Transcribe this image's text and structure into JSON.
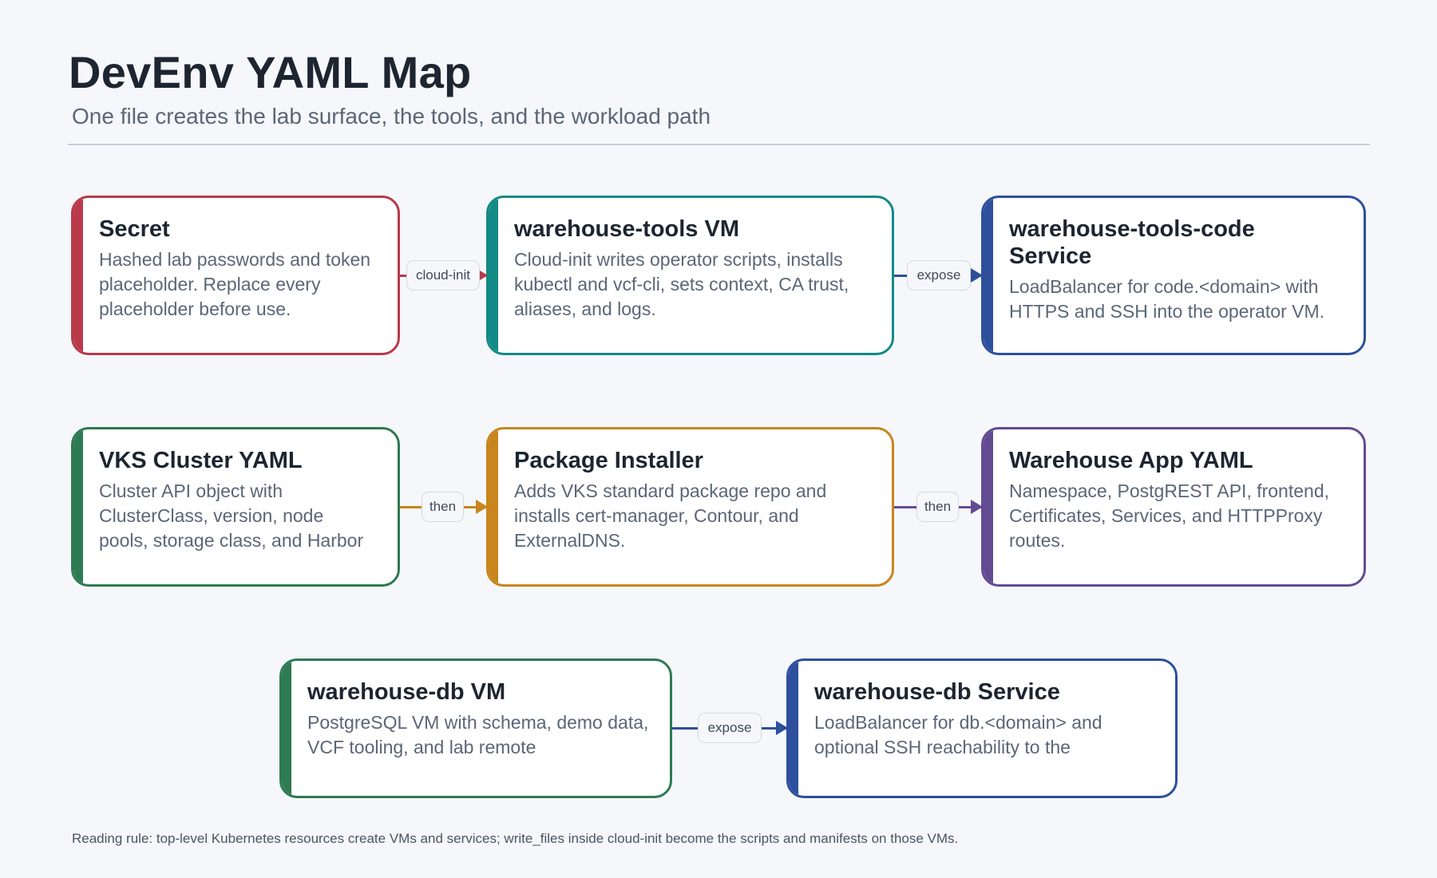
{
  "header": {
    "title": "DevEnv YAML Map",
    "subtitle": "One file creates the lab surface, the tools, and the workload path"
  },
  "colors": {
    "secret": "#b83a4b",
    "tools_vm": "#138a86",
    "tools_service": "#2d4f9c",
    "vks_cluster": "#2e7a52",
    "package_installer": "#c8851d",
    "warehouse_app": "#634b93",
    "db_vm": "#2e7a52",
    "db_service": "#2d4f9c"
  },
  "cards": {
    "secret": {
      "title": "Secret",
      "description": "Hashed lab passwords and token placeholder. Replace every placeholder before use."
    },
    "tools_vm": {
      "title": "warehouse-tools VM",
      "description": "Cloud-init writes operator scripts, installs kubectl and vcf-cli, sets context, CA trust, aliases, and logs."
    },
    "tools_service": {
      "title": "warehouse-tools-code Service",
      "description": "LoadBalancer for code.<domain> with HTTPS and SSH into the operator VM."
    },
    "vks_cluster": {
      "title": "VKS Cluster YAML",
      "description": "Cluster API object with ClusterClass, version, node pools, storage class, and Harbor"
    },
    "package_installer": {
      "title": "Package Installer",
      "description": "Adds VKS standard package repo and installs cert-manager, Contour, and ExternalDNS."
    },
    "warehouse_app": {
      "title": "Warehouse App YAML",
      "description": "Namespace, PostgREST API, frontend, Certificates, Services, and HTTPProxy routes."
    },
    "db_vm": {
      "title": "warehouse-db VM",
      "description": "PostgreSQL VM with schema, demo data, VCF tooling, and lab remote"
    },
    "db_service": {
      "title": "warehouse-db Service",
      "description": "LoadBalancer for db.<domain> and optional SSH reachability to the"
    }
  },
  "connectors": {
    "secret_to_tools": "cloud-init",
    "tools_to_service": "expose",
    "cluster_to_installer": "then",
    "installer_to_app": "then",
    "dbvm_to_service": "expose"
  },
  "footer": {
    "note": "Reading rule: top-level Kubernetes resources create VMs and services; write_files inside cloud-init become the scripts and manifests on those VMs."
  }
}
